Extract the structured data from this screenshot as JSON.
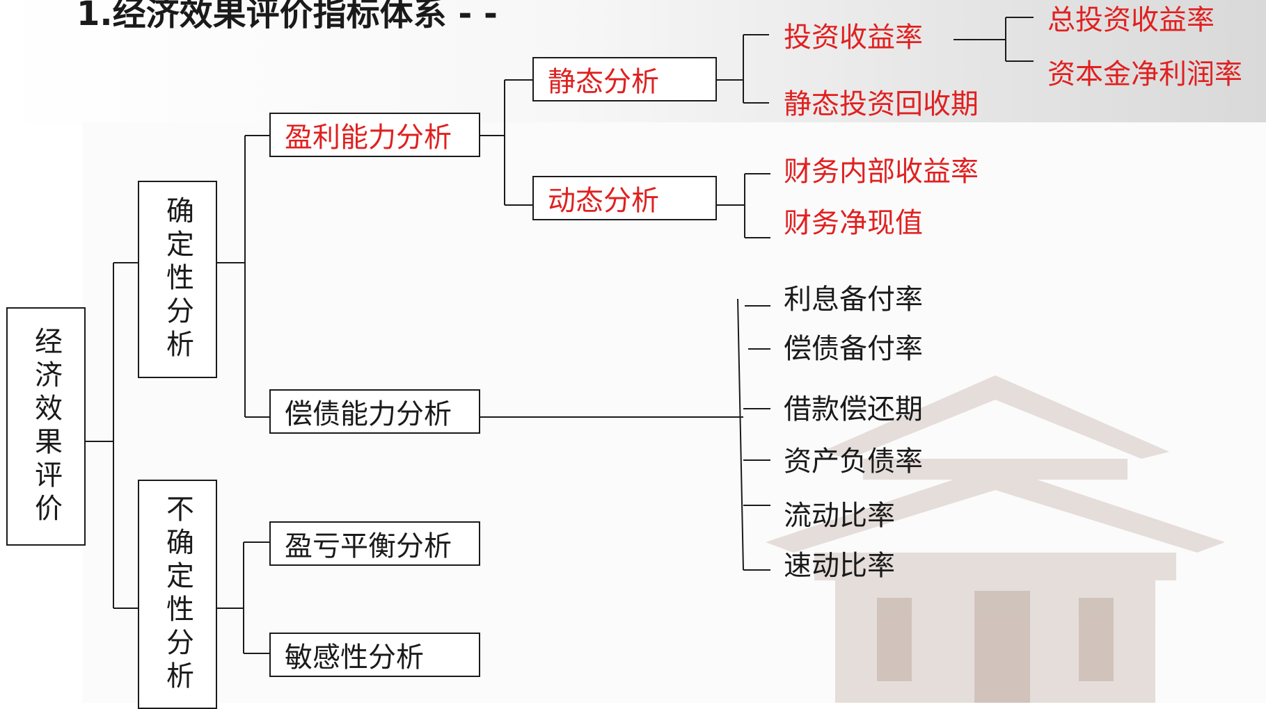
{
  "title": "1.经济效果评价指标体系 - -",
  "root": {
    "label": "经济效果评价"
  },
  "level1": {
    "certain": {
      "label": "确定性分析"
    },
    "uncertain": {
      "label": "不确定性分析"
    }
  },
  "level2": {
    "profitability": {
      "label": "盈利能力分析"
    },
    "solvency": {
      "label": "偿债能力分析"
    },
    "breakeven": {
      "label": "盈亏平衡分析"
    },
    "sensitivity": {
      "label": "敏感性分析"
    }
  },
  "level3": {
    "static": {
      "label": "静态分析"
    },
    "dynamic": {
      "label": "动态分析"
    }
  },
  "static_items": {
    "roi": "投资收益率",
    "payback": "静态投资回收期"
  },
  "roi_items": {
    "total_roi": "总投资收益率",
    "net_profit_rate": "资本金净利润率"
  },
  "dynamic_items": {
    "firr": "财务内部收益率",
    "fnpv": "财务净现值"
  },
  "solvency_items": {
    "interest_coverage": "利息备付率",
    "debt_service_coverage": "偿债备付率",
    "loan_repayment_period": "借款偿还期",
    "asset_liability_ratio": "资产负债率",
    "current_ratio": "流动比率",
    "quick_ratio": "速动比率"
  },
  "colors": {
    "highlight": "#e02020",
    "text": "#1a1a1a",
    "line": "#1a1a1a"
  }
}
